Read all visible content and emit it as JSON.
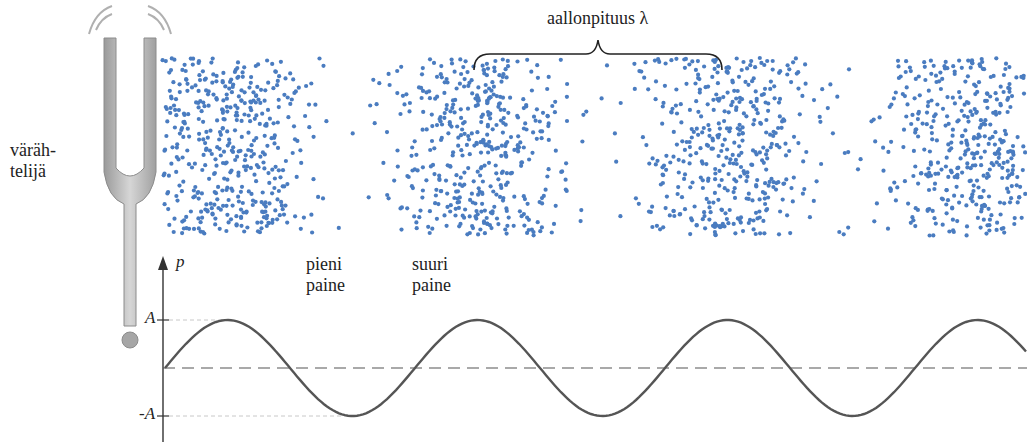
{
  "diagram": {
    "labels": [
      "aallonpituus λ",
      "väräh- telijä",
      "pieni paine",
      "suuri paine",
      "p",
      "A",
      "-A"
    ]
  }
}
